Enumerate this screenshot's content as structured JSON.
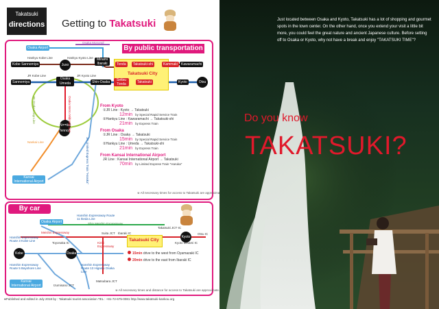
{
  "header": {
    "badge_small": "Takatsuki",
    "badge_big": "directions",
    "title_prefix": "Getting to ",
    "title_city": "Takatsuki"
  },
  "public_transport": {
    "heading": "By public transportation",
    "stations": {
      "kobe_sannomiya": "Kobe Sannomiya",
      "juso": "Juso",
      "minami_ibaraki": "Minami Ibaraki",
      "tonda": "Tonda",
      "takatsuki_shi": "Takatsuki-shi",
      "kammaki": "Kammaki",
      "kawaramachi": "Kawaramachi",
      "sannomiya": "Sannomiya",
      "osaka_umeda": "Osaka Umeda",
      "shin_osaka": "Shin-Osaka",
      "setsu_tonda": "Settsu Tonda",
      "takatsuki": "Takatsuki",
      "kyoto": "Kyoto",
      "otsu": "Otsu",
      "namba": "Namba",
      "tennoji": "Tennoji",
      "kix": "Kansai International Airport",
      "osaka_airport": "Osaka Airport"
    },
    "city_label": "Takatsuki City",
    "lines": {
      "hankyu_kobe": "Hankyu Kobe Line",
      "hankyu_kyoto": "Hankyu Kyoto Line",
      "osaka_monorail": "Osaka Monorail",
      "jr_kobe": "JR Kobe Line",
      "jr_kyoto": "JR Kyoto Line",
      "osaka_loop": "JR Osaka Loop Line",
      "midosuji": "Osaka Metro Midosuji Line",
      "nankai": "Nankai Line",
      "jr_express": "JR Limited Express Train \"Haruka\""
    },
    "routes": [
      {
        "heading": "From Kyoto",
        "items": [
          {
            "line": "①JR Line : Kyoto → Takatsuki",
            "time": "12min",
            "note": "by Special Rapid Service Train"
          },
          {
            "line": "②Hankyu Line : Kawaramachi → Takatsuki-shi",
            "time": "21min",
            "note": "by Express Train"
          }
        ]
      },
      {
        "heading": "From Osaka",
        "items": [
          {
            "line": "①JR Line : Osaka → Takatsuki",
            "time": "15min",
            "note": "by Special Rapid Service Train"
          },
          {
            "line": "②Hankyu Line : Umeda → Takatsuki-shi",
            "time": "21min",
            "note": "by Express Train"
          }
        ]
      },
      {
        "heading": "From Kansai International Airport",
        "items": [
          {
            "line": "JR Line : Kansai International Airport → Takatsuki",
            "time": "70min",
            "note": "by Limited Express Train \"Haruka\""
          }
        ]
      }
    ],
    "footnote": "※ All necessary times for access to Takatsuki are approximate."
  },
  "car": {
    "heading": "By car",
    "labels": {
      "osaka_airport": "Osaka Airport",
      "shin_meishin": "Shin Meishin Expressway",
      "hanshin_r11": "Hanshin Expressway Route 11 Ikeda Line",
      "meishin": "Meishin Expressway",
      "hanshin_r3": "Hanshin Expressway Route 3 Kobe Line",
      "kobe": "Kobe",
      "osaka": "Osaka",
      "kyoto": "Kyoto",
      "otsu_ic": "Otsu IC",
      "takatsuki_city": "Takatsuki City",
      "takatsuki_jct": "Takatsuki JCT·IC",
      "kinki": "Kinki Expressway",
      "hanshin_r5": "Hanshin Expressway Route 5 Bayshore Line",
      "hanshin_r13": "Hanshin Expressway Route 13 Higashi Osaka Line",
      "kix": "Kansai International Airport",
      "suita_jct": "Suita JCT",
      "ibaraki": "Ibaraki IC",
      "toyonaka": "Toyonaka IC",
      "kyoto_minami": "Kyoto Minami IC",
      "matsubara": "Matsubara JCT",
      "izumisano": "Izumisano JCT"
    },
    "legend": [
      {
        "time": "15min",
        "text": "drive to the west from Oyamazaki IC"
      },
      {
        "time": "20min",
        "text": "drive to the east from Ibaraki IC"
      }
    ],
    "footnote": "※ All necessary times and distance for access to Takatsuki are approximate."
  },
  "footer": "●Published and edited in July 2018 by : Takatsuki tourist association   TEL : +81-72-675-0081   http://www.takatsuki-kankou.org",
  "right": {
    "intro": "Just located between Osaka and Kyoto, Takatsuki has a lot of shopping and gourmet spots in the town center. On the other hand, once you extend your visit a little bit more, you could feel the great nature and ancient Japanese culture. Before setting off to Osaka or Kyoto, why not have a break and enjoy \"TAKATSUKI TIME\"?",
    "headline_small": "Do you know",
    "headline_big": "TAKATSUKI?"
  }
}
